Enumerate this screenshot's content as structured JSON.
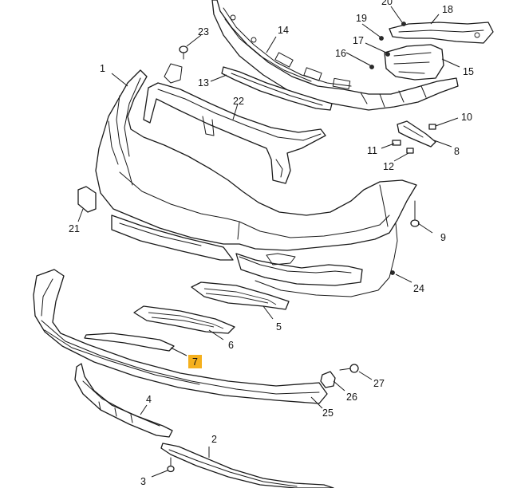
{
  "diagram": {
    "highlight_color": "#f5b01d",
    "line_color": "#1a1a1a",
    "highlighted_callout": "7",
    "callouts": [
      {
        "id": "1",
        "text": "1"
      },
      {
        "id": "2",
        "text": "2"
      },
      {
        "id": "3",
        "text": "3"
      },
      {
        "id": "4",
        "text": "4"
      },
      {
        "id": "5",
        "text": "5"
      },
      {
        "id": "6",
        "text": "6"
      },
      {
        "id": "7",
        "text": "7"
      },
      {
        "id": "8",
        "text": "8"
      },
      {
        "id": "9",
        "text": "9"
      },
      {
        "id": "10",
        "text": "10"
      },
      {
        "id": "11",
        "text": "11"
      },
      {
        "id": "12",
        "text": "12"
      },
      {
        "id": "13",
        "text": "13"
      },
      {
        "id": "14",
        "text": "14"
      },
      {
        "id": "15",
        "text": "15"
      },
      {
        "id": "16",
        "text": "16"
      },
      {
        "id": "17",
        "text": "17"
      },
      {
        "id": "18",
        "text": "18"
      },
      {
        "id": "19",
        "text": "19"
      },
      {
        "id": "20",
        "text": "20"
      },
      {
        "id": "21",
        "text": "21"
      },
      {
        "id": "22",
        "text": "22"
      },
      {
        "id": "23",
        "text": "23"
      },
      {
        "id": "24",
        "text": "24"
      },
      {
        "id": "25",
        "text": "25"
      },
      {
        "id": "26",
        "text": "26"
      },
      {
        "id": "27",
        "text": "27"
      }
    ]
  }
}
